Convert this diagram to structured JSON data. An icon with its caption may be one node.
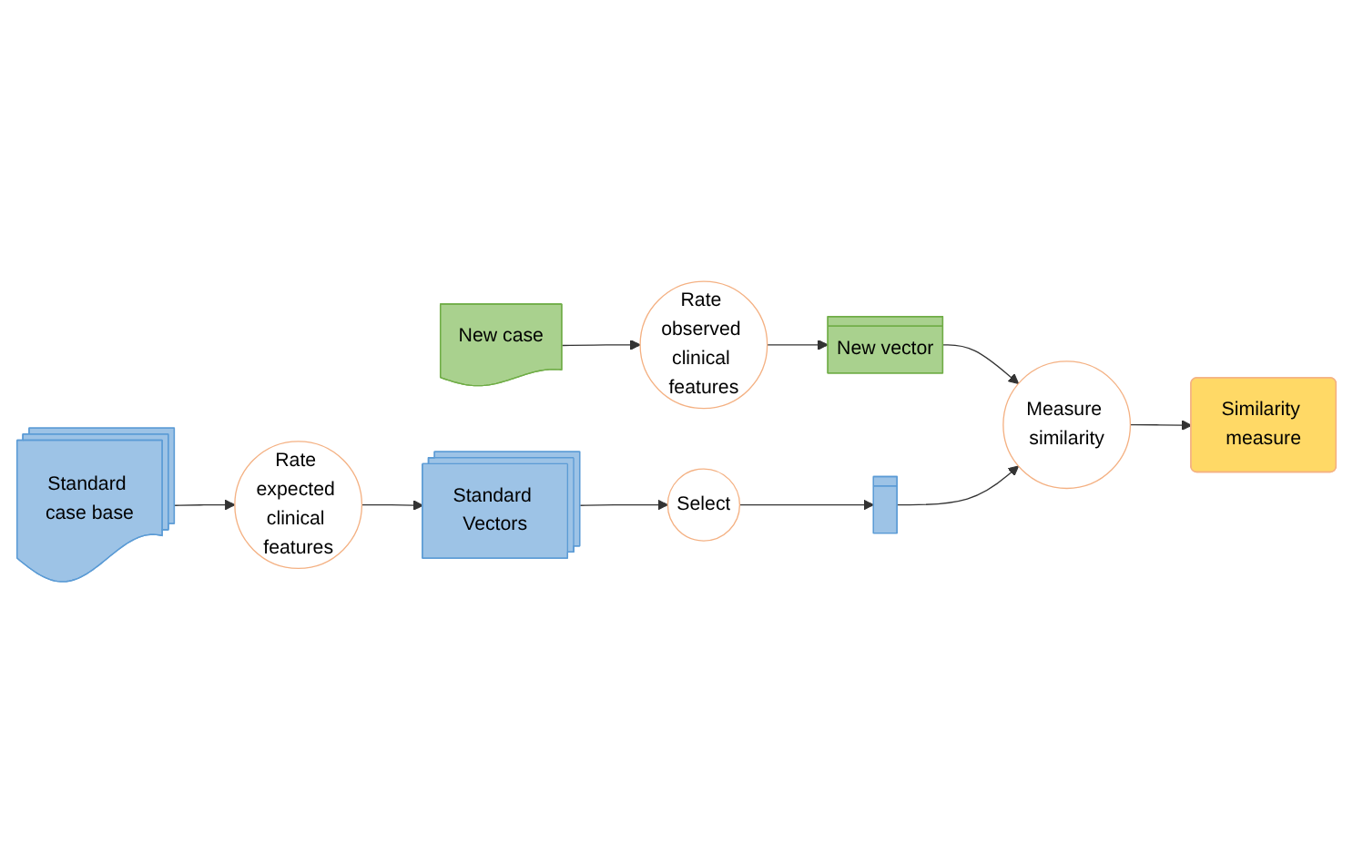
{
  "diagram": {
    "nodes": [
      {
        "text": [
          "New case"
        ]
      },
      {
        "text": [
          "Rate observed clinical features"
        ]
      },
      {
        "text": [
          "New vector"
        ]
      },
      {
        "text": [
          "Measure similarity"
        ]
      },
      {
        "text": [
          "Similarity measure"
        ]
      },
      {
        "text": [
          "Standard case base"
        ]
      },
      {
        "text": [
          "Rate expected clinical features"
        ]
      },
      {
        "text": [
          "Standard Vectors"
        ]
      },
      {
        "text": [
          "Select"
        ]
      },
      {
        "text": [],
        "shape": "bar"
      }
    ],
    "edges": [
      {
        "from": 0,
        "to": 1,
        "arrow": "to"
      },
      {
        "from": 1,
        "to": 2,
        "arrow": "to"
      },
      {
        "from": 2,
        "to": 3,
        "arrow": "to"
      },
      {
        "from": 3,
        "to": 4,
        "arrow": "to"
      },
      {
        "from": 5,
        "to": 6,
        "arrow": "to"
      },
      {
        "from": 6,
        "to": 7,
        "arrow": "to"
      },
      {
        "from": 7,
        "to": 8,
        "arrow": "to"
      },
      {
        "from": 8,
        "to": 9,
        "arrow": "to"
      },
      {
        "from": 9,
        "to": 3,
        "arrow": "to"
      }
    ]
  }
}
